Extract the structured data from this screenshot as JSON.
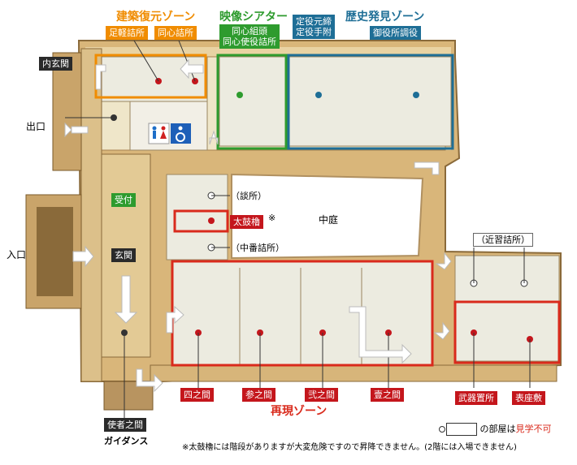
{
  "colors": {
    "building_zone": "#f08c00",
    "theater_zone": "#2e9b2e",
    "history_zone": "#1e6e96",
    "reproduction_zone": "#d92a1c",
    "no_entry_marker": "#c4161c",
    "wood_floor": "#e6cfa0",
    "tatami": "#ecebe0"
  },
  "zones": {
    "building": "建築復元ゾーン",
    "theater": "映像シアター",
    "history": "歴史発見ゾーン",
    "reproduction": "再現ゾーン"
  },
  "rooms": {
    "ashigaru": "足軽詰所",
    "doshin": "同心詰所",
    "doshin_kumigashira": "同心組頭\n同心使役詰所",
    "jouyaku": "定役元締\n定役手附",
    "goyakusho": "御役所調役",
    "uchigenkan": "内玄関",
    "deguchi": "出口",
    "iriguchi": "入口",
    "uketsuke": "受付",
    "genkan": "玄関",
    "dansho": "（談所）",
    "taikoyagura": "太鼓櫓",
    "taikoyagura_mark": "※",
    "chuban": "（中番詰所）",
    "nakaniwa": "中庭",
    "kinju": "（近習詰所）",
    "yon": "四之間",
    "san": "参之間",
    "ni": "弐之間",
    "ichi": "壹之間",
    "bugu": "武器置所",
    "omote": "表座敷",
    "shisha": "使者之間",
    "guidance": "ガイダンス"
  },
  "legend": {
    "text_prefix": "の部屋は",
    "text_red": "見学不可"
  },
  "note": "※太鼓櫓には階段がありますが大変危険ですので昇降できません。(2階には入場できません)",
  "icons": [
    "restroom-icon",
    "wheelchair-icon",
    "route-arrow-icon"
  ]
}
